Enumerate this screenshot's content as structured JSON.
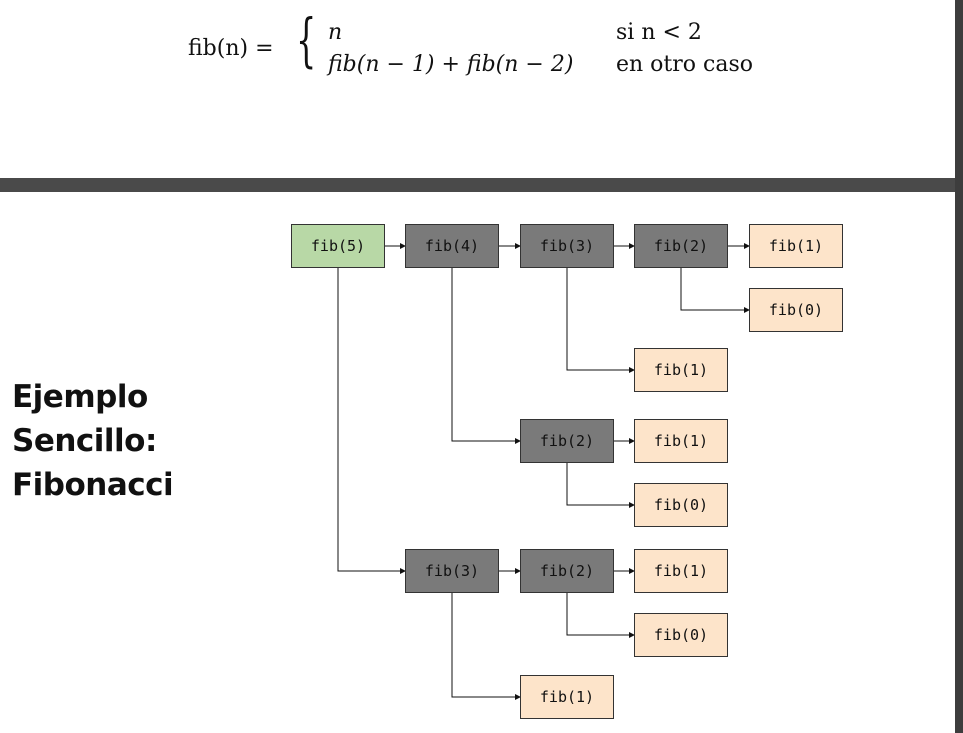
{
  "formula": {
    "lhs": "fib(n) =",
    "case1_expr": "n",
    "case1_cond": "si n < 2",
    "case2_expr": "fib(n − 1) + fib(n − 2)",
    "case2_cond": "en otro caso"
  },
  "title": {
    "line1": "Ejemplo",
    "line2": "Sencillo:",
    "line3": "Fibonacci"
  },
  "colors": {
    "root": "#b8d8a6",
    "inner": "#7a7a7a",
    "leaf": "#fde4ca"
  },
  "tree": {
    "nodes": [
      {
        "id": "n5",
        "label": "fib(5)",
        "kind": "root"
      },
      {
        "id": "n4",
        "label": "fib(4)",
        "kind": "inner"
      },
      {
        "id": "n3a",
        "label": "fib(3)",
        "kind": "inner"
      },
      {
        "id": "n2a",
        "label": "fib(2)",
        "kind": "inner"
      },
      {
        "id": "l1a",
        "label": "fib(1)",
        "kind": "leaf"
      },
      {
        "id": "l0a",
        "label": "fib(0)",
        "kind": "leaf"
      },
      {
        "id": "l1b",
        "label": "fib(1)",
        "kind": "leaf"
      },
      {
        "id": "n2b",
        "label": "fib(2)",
        "kind": "inner"
      },
      {
        "id": "l1c",
        "label": "fib(1)",
        "kind": "leaf"
      },
      {
        "id": "l0b",
        "label": "fib(0)",
        "kind": "leaf"
      },
      {
        "id": "n3b",
        "label": "fib(3)",
        "kind": "inner"
      },
      {
        "id": "n2c",
        "label": "fib(2)",
        "kind": "inner"
      },
      {
        "id": "l1d",
        "label": "fib(1)",
        "kind": "leaf"
      },
      {
        "id": "l0c",
        "label": "fib(0)",
        "kind": "leaf"
      },
      {
        "id": "l1e",
        "label": "fib(1)",
        "kind": "leaf"
      }
    ]
  }
}
